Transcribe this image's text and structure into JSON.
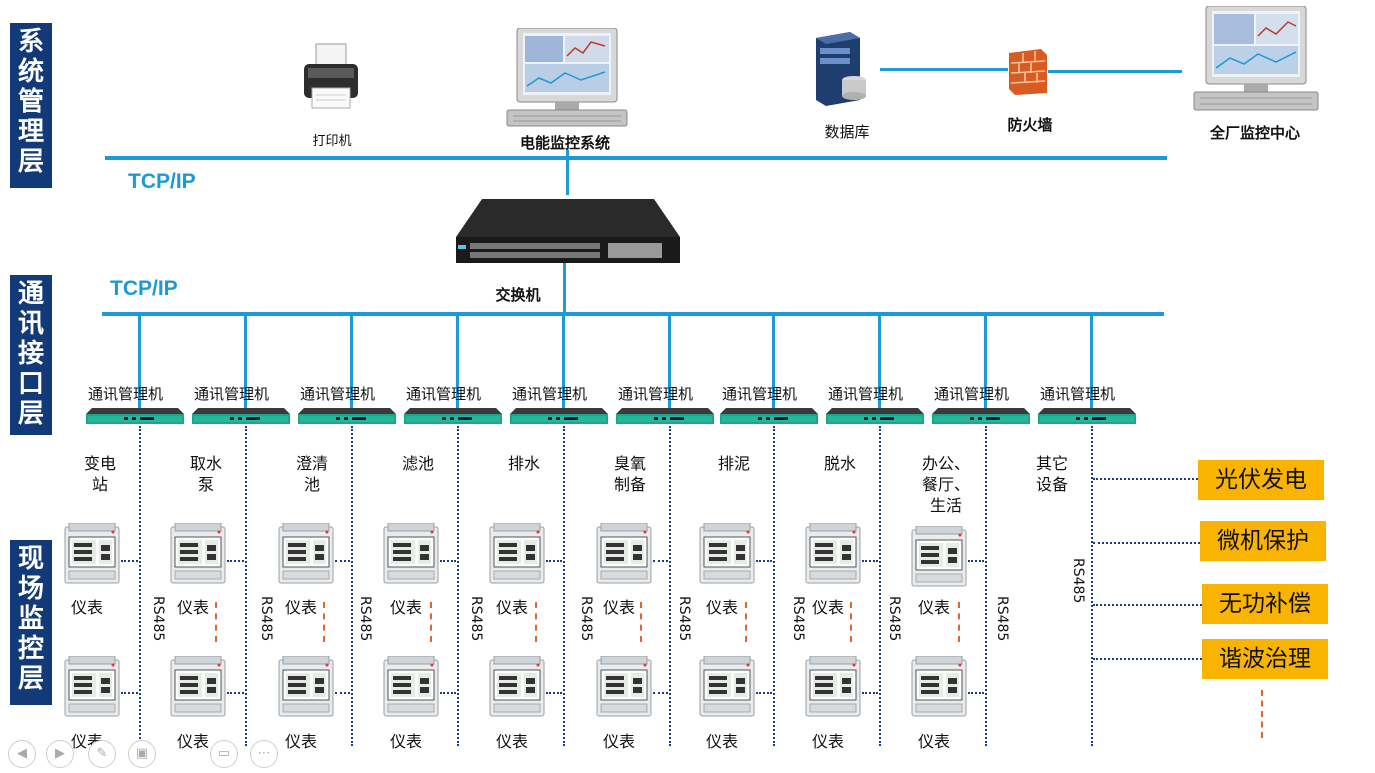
{
  "layers": {
    "management": "系统管理层",
    "communication": "通讯接口层",
    "field": "现场监控层"
  },
  "network": {
    "tcpip_upper": "TCP/IP",
    "tcpip_lower": "TCP/IP",
    "switch_label": "交换机"
  },
  "devices": {
    "printer": "打印机",
    "energy_system": "电能监控系统",
    "database": "数据库",
    "firewall": "防火墙",
    "center": "全厂监控中心"
  },
  "comm_manager_label": "通讯管理机",
  "areas": [
    [
      "变电",
      "站"
    ],
    [
      "取水",
      "泵"
    ],
    [
      "澄清",
      "池"
    ],
    [
      "滤池"
    ],
    [
      "排水"
    ],
    [
      "臭氧",
      "制备"
    ],
    [
      "排泥"
    ],
    [
      "脱水"
    ],
    [
      "办公、",
      "餐厅、",
      "生活"
    ],
    [
      "其它",
      "设备"
    ]
  ],
  "meter_label": "仪表",
  "rs485_label": "RS485",
  "other_devices": [
    "光伏发电",
    "微机保护",
    "无功补偿",
    "谐波治理"
  ],
  "colors": {
    "layer_bg": "#123a78",
    "network_line": "#1b9ad6",
    "yellow_box": "#f8b400",
    "comm_green": "#1fa58a"
  }
}
